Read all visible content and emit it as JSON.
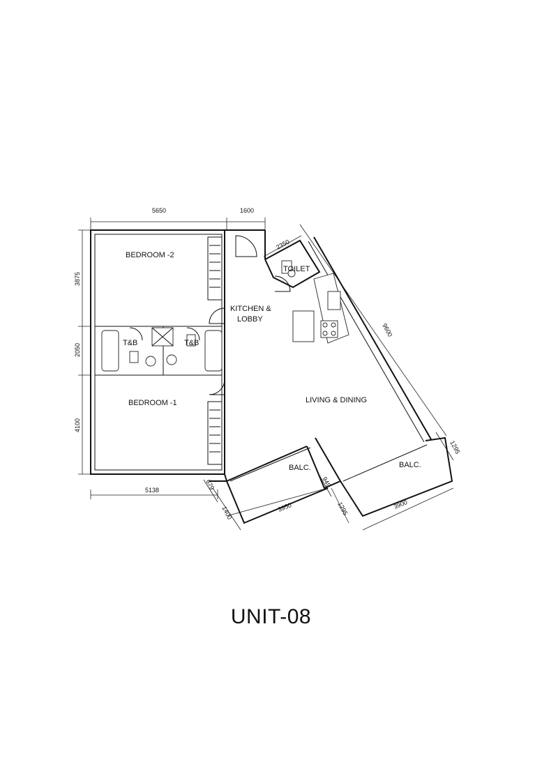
{
  "plan": {
    "rooms": {
      "bedroom_2": "BEDROOM -2",
      "bedroom_1": "BEDROOM -1",
      "tb_left": "T&B",
      "tb_right": "T&B",
      "kitchen_line1": "KITCHEN &",
      "kitchen_line2": "LOBBY",
      "toilet": "TOILET",
      "living": "LIVING & DINING",
      "balc_left": "BALC.",
      "balc_right": "BALC."
    },
    "dimensions": {
      "top_left": "5650",
      "top_right": "1600",
      "left_upper": "3875",
      "left_middle": "2050",
      "left_lower": "4100",
      "bottom_left": "5138",
      "toilet_width": "2350",
      "living_diagonal": "9600",
      "right_balcony_depth": "1295",
      "balc_left_width": "3950",
      "balc_left_depth": "1400",
      "small_left": "679",
      "small_middle": "949",
      "balc_right_depth": "1295",
      "balc_right_width": "3900"
    }
  },
  "title": "UNIT-08"
}
